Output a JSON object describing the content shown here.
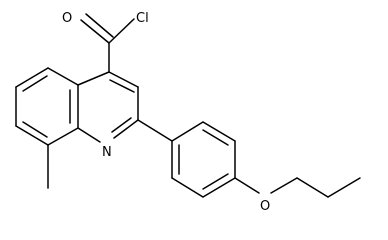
{
  "diagram": {
    "labels": {
      "carbonyl_oxygen": "O",
      "chlorine": "Cl",
      "ring_nitrogen": "N",
      "ether_oxygen": "O"
    }
  }
}
